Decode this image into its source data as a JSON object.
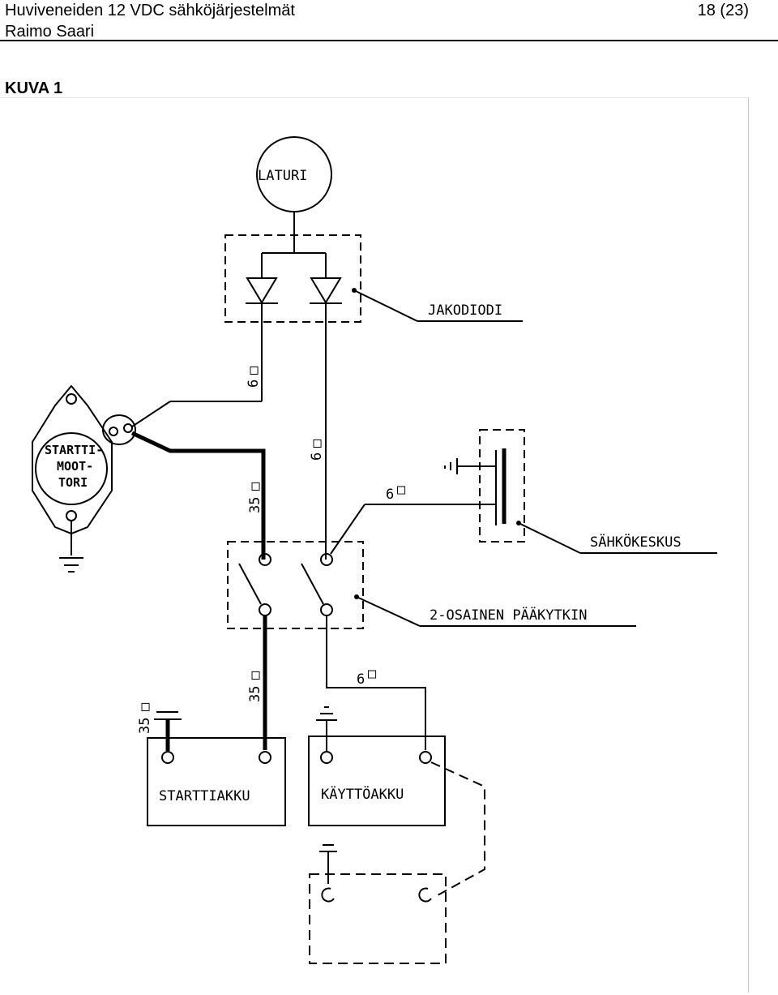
{
  "header": {
    "title": "Huviveneiden 12 VDC sähköjärjestelmät",
    "author": "Raimo Saari",
    "page": "18 (23)"
  },
  "figure": {
    "caption": "KUVA 1",
    "labels": {
      "laturi": "LATURI",
      "jakodiodi": "JAKODIODI",
      "startti1": "STARTTI-",
      "startti2": "MOOT-",
      "startti3": "TORI",
      "sahkokeskus": "SÄHKÖKESKUS",
      "paakytkin": "2-OSAINEN PÄÄKYTKIN",
      "starttiakku": "STARTTIAKKU",
      "kayttoakku": "KÄYTTÖAKKU",
      "w6a": "6",
      "w6b": "6",
      "w6c": "6",
      "w6d": "6",
      "w35a": "35",
      "w35b": "35",
      "w35c": "35",
      "unit": "□"
    }
  }
}
